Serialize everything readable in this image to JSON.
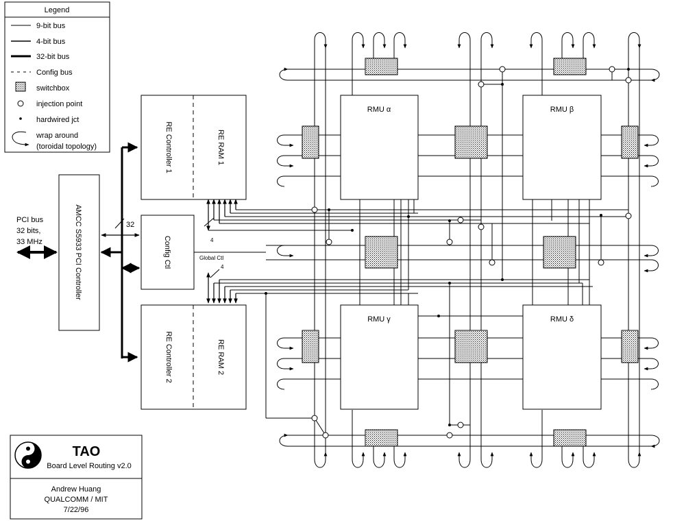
{
  "legend": {
    "title": "Legend",
    "items": [
      {
        "label": "9-bit bus",
        "icon": "thin-line-icon"
      },
      {
        "label": "4-bit bus",
        "icon": "medium-line-icon"
      },
      {
        "label": "32-bit bus",
        "icon": "thick-line-icon"
      },
      {
        "label": "Config bus",
        "icon": "dashed-line-icon"
      },
      {
        "label": "switchbox",
        "icon": "stippled-square-icon"
      },
      {
        "label": "injection point",
        "icon": "open-circle-icon"
      },
      {
        "label": "hardwired jct",
        "icon": "dot-icon"
      },
      {
        "label": "wrap around",
        "icon": "wrap-arrow-icon"
      },
      {
        "label": "(toroidal topology)"
      }
    ]
  },
  "pci": {
    "bus_lines": [
      "PCI bus",
      "32 bits,",
      "33 MHz"
    ],
    "controller": "AMCC S5933 PCI Controller"
  },
  "controllers": {
    "re_controller_1": "RE Controller 1",
    "re_ram_1": "RE RAM 1",
    "re_controller_2": "RE Controller 2",
    "re_ram_2": "RE RAM 2",
    "config_ctl": "Config Ctl"
  },
  "bus_labels": {
    "width_32": "32",
    "width_4_top": "4",
    "width_4_bottom": "4",
    "global_ctl": "Global Ctl"
  },
  "rmus": {
    "alpha": "RMU α",
    "beta": "RMU β",
    "gamma": "RMU γ",
    "delta": "RMU δ"
  },
  "title_block": {
    "title": "TAO",
    "subtitle": "Board Level Routing v2.0",
    "author": "Andrew Huang",
    "org": "QUALCOMM / MIT",
    "date": "7/22/96",
    "logo_icon": "yin-yang-icon"
  }
}
